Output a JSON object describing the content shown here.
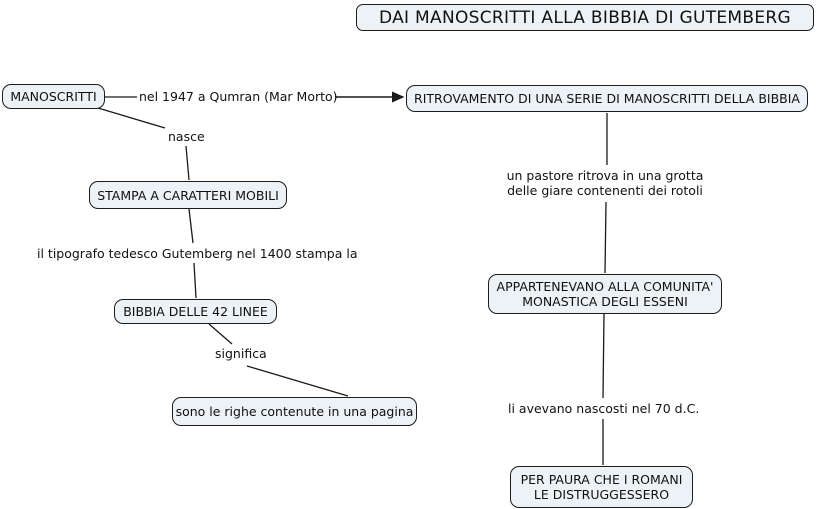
{
  "title": "DAI MANOSCRITTI ALLA BIBBIA DI GUTEMBERG",
  "nodes": {
    "manoscritti": "MANOSCRITTI",
    "ritrovamento": "RITROVAMENTO DI UNA SERIE DI MANOSCRITTI DELLA BIBBIA",
    "stampa": "STAMPA A CARATTERI MOBILI",
    "bibbia": "BIBBIA DELLE 42 LINEE",
    "righe": "sono le righe contenute in una pagina",
    "comunita": "APPARTENEVANO ALLA COMUNITA'\nMONASTICA DEGLI ESSENI",
    "romani": "PER PAURA CHE I ROMANI\nLE DISTRUGGESSERO"
  },
  "link_labels": {
    "qumran": "nel 1947 a Qumran (Mar Morto)",
    "nasce": "nasce",
    "tipografo": "il tipografo tedesco Gutemberg nel 1400 stampa la",
    "significa": "significa",
    "pastore": "un pastore ritrova in una grotta\ndelle giare contenenti dei rotoli",
    "nascosti": "li avevano nascosti nel 70 d.C."
  },
  "colors": {
    "background": "#ffffff",
    "node_fill": "#ecf2f5",
    "node_border": "#1c1c1c",
    "text": "#111111",
    "connector": "#1a1a1a"
  }
}
